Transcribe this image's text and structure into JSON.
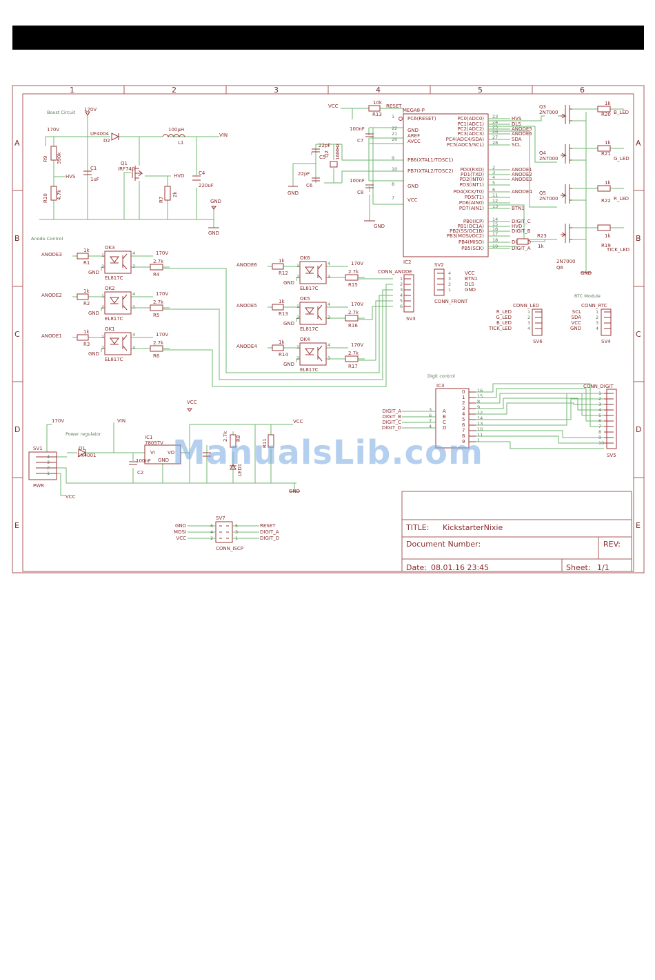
{
  "frame": {
    "columns": [
      "1",
      "2",
      "3",
      "4",
      "5",
      "6"
    ],
    "rows": [
      "A",
      "B",
      "C",
      "D",
      "E"
    ]
  },
  "sections": {
    "boost": "Boost Circuit",
    "anode": "Anode Control",
    "power": "Power regulator",
    "digit": "Digit control",
    "rtc": "RTC Module"
  },
  "nets": {
    "v170": "170V",
    "vin": "VIN",
    "hvs": "HVS",
    "hvd": "HVD",
    "gnd": "GND",
    "vcc": "VCC",
    "reset": "RESET",
    "anode1": "ANODE1",
    "anode2": "ANODE2",
    "anode3": "ANODE3",
    "anode4": "ANODE4",
    "anode5": "ANODE5",
    "anode6": "ANODE6",
    "b_led": "B_LED",
    "g_led": "G_LED",
    "r_led": "R_LED",
    "tick_led": "TICK_LED",
    "digit_a": "DIGIT_A",
    "digit_b": "DIGIT_B",
    "digit_c": "DIGIT_C",
    "digit_d": "DIGIT_D",
    "dls": "DLS",
    "sda": "SDA",
    "scl": "SCL",
    "btn1": "BTN1",
    "mosi": "MOSI"
  },
  "parts": {
    "d2": "D2",
    "d2v": "UF4004",
    "l1": "L1",
    "l1v": "100µH",
    "q1": "Q1",
    "q1v": "IRF740",
    "c1": "C1",
    "c1v": "1uF",
    "c4": "C4",
    "c4v": "220uF",
    "r9": "R9",
    "r9v": "390k",
    "r10": "R10",
    "r10v": "4.7k",
    "r7": "R7",
    "r7v": "2k",
    "mcu_v": "MEGA8-P",
    "mcu_n": "IC2",
    "r13": "R13",
    "r13v": "10k",
    "c7": "C7",
    "c7v": "100nF",
    "c8": "C8",
    "c8v": "100nF",
    "c5": "C5",
    "c5v": "22pF",
    "c6": "C6",
    "c6v": "22pF",
    "q2": "Q2",
    "q2v": "16MHz",
    "q3": "Q3",
    "q4": "Q4",
    "q5": "Q5",
    "q6": "Q6",
    "qv": "2N7000",
    "r19": "R19",
    "r20": "R20",
    "r21": "R21",
    "r22": "R22",
    "r23": "R23",
    "k1": "1k",
    "ok1": "OK1",
    "ok2": "OK2",
    "ok3": "OK3",
    "ok4": "OK4",
    "ok5": "OK5",
    "ok6": "OK6",
    "okv": "EL817C",
    "r1": "R1",
    "r2": "R2",
    "r3": "R3",
    "r4": "R4",
    "r5": "R5",
    "r6": "R6",
    "r12": "R12",
    "r14": "R14",
    "r15": "R15",
    "r16": "R16",
    "r17": "R17",
    "r27v": "2.7k",
    "sv1": "SV1",
    "sv2": "SV2",
    "sv3": "SV3",
    "sv4": "SV4",
    "sv5": "SV5",
    "sv6": "SV6",
    "sv7": "SV7",
    "pwr": "PWR",
    "conn_anode": "CONN_ANODE",
    "conn_front": "CONN_FRONT",
    "conn_led": "CONN_LED",
    "conn_rtc": "CONN_RTC",
    "conn_digit": "CONN_DIGIT",
    "conn_isp": "CONN_ISCP",
    "ic3": "IC3",
    "d1": "D1",
    "d1v": "1N4001",
    "ic1": "IC1",
    "ic1v": "7805TV",
    "vi": "VI",
    "vo": "VO",
    "c2": "C2",
    "c2v": "100nF",
    "r8": "R8",
    "r11": "R11",
    "led1": "LED1"
  },
  "mcu_left": [
    {
      "pin": "1",
      "name": "PC6(RESET)"
    },
    {
      "pin": "22",
      "name": "GND"
    },
    {
      "pin": "21",
      "name": "AREF"
    },
    {
      "pin": "20",
      "name": "AVCC"
    },
    {
      "pin": "9",
      "name": "PB6(XTAL1/TOSC1)"
    },
    {
      "pin": "10",
      "name": "PB7(XTAL2/TOSC2)"
    },
    {
      "pin": "8",
      "name": "GND"
    },
    {
      "pin": "7",
      "name": "VCC"
    }
  ],
  "mcu_right": [
    {
      "pin": "23",
      "name": "PC0(ADC0)",
      "net": "HVS"
    },
    {
      "pin": "24",
      "name": "PC1(ADC1)",
      "net": "DLS"
    },
    {
      "pin": "25",
      "name": "PC2(ADC2)",
      "net": "ANODE5"
    },
    {
      "pin": "26",
      "name": "PC3(ADC3)",
      "net": "ANODE6"
    },
    {
      "pin": "27",
      "name": "PC4(ADC4/SDA)",
      "net": "SDA"
    },
    {
      "pin": "28",
      "name": "PC5(ADC5/SCL)",
      "net": "SCL"
    },
    {
      "pin": "2",
      "name": "PD0(RXD)",
      "net": "ANODE1"
    },
    {
      "pin": "3",
      "name": "PD1(TXD)",
      "net": "ANODE2"
    },
    {
      "pin": "4",
      "name": "PD2(INT0)",
      "net": "ANODE3"
    },
    {
      "pin": "5",
      "name": "PD3(INT1)",
      "net": ""
    },
    {
      "pin": "6",
      "name": "PD4(XCK/T0)",
      "net": "ANODE4"
    },
    {
      "pin": "11",
      "name": "PD5(T1)",
      "net": ""
    },
    {
      "pin": "12",
      "name": "PD6(AIN0)",
      "net": ""
    },
    {
      "pin": "13",
      "name": "PD7(AIN1)",
      "net": "BTN1"
    },
    {
      "pin": "14",
      "name": "PB0(ICP)",
      "net": "DIGIT_C"
    },
    {
      "pin": "15",
      "name": "PB1(OC1A)",
      "net": "HVD"
    },
    {
      "pin": "16",
      "name": "PB2(SS/OC1B)",
      "net": "DIGIT_B"
    },
    {
      "pin": "17",
      "name": "PB3(MOSI/OC2)",
      "net": ""
    },
    {
      "pin": "18",
      "name": "PB4(MISO)",
      "net": "DIGIT_D"
    },
    {
      "pin": "19",
      "name": "PB5(SCK)",
      "net": "DIGIT_A"
    }
  ],
  "ic3_in": [
    {
      "pin": "3",
      "name": "A",
      "net": "DIGIT_A"
    },
    {
      "pin": "6",
      "name": "B",
      "net": "DIGIT_B"
    },
    {
      "pin": "7",
      "name": "C",
      "net": "DIGIT_C"
    },
    {
      "pin": "4",
      "name": "D",
      "net": "DIGIT_D"
    }
  ],
  "ic3_out": [
    {
      "pin": "16",
      "name": "0"
    },
    {
      "pin": "15",
      "name": "1"
    },
    {
      "pin": "8",
      "name": "2"
    },
    {
      "pin": "9",
      "name": "3"
    },
    {
      "pin": "12",
      "name": "4"
    },
    {
      "pin": "14",
      "name": "5"
    },
    {
      "pin": "13",
      "name": "6"
    },
    {
      "pin": "10",
      "name": "7"
    },
    {
      "pin": "11",
      "name": "8"
    },
    {
      "pin": "1",
      "name": "9"
    }
  ],
  "sv3_pins": [
    "1",
    "2",
    "3",
    "4",
    "5",
    "6"
  ],
  "sv5_pins": [
    "1",
    "2",
    "3",
    "4",
    "5",
    "6",
    "7",
    "8",
    "9",
    "10"
  ],
  "sv2": [
    {
      "pin": "4",
      "net": "VCC"
    },
    {
      "pin": "3",
      "net": "BTN1"
    },
    {
      "pin": "2",
      "net": "DLS"
    },
    {
      "pin": "1",
      "net": "GND"
    }
  ],
  "sv6": [
    {
      "pin": "1",
      "net": "R_LED"
    },
    {
      "pin": "2",
      "net": "G_LED"
    },
    {
      "pin": "3",
      "net": "B_LED"
    },
    {
      "pin": "4",
      "net": "TICK_LED"
    }
  ],
  "sv4": [
    {
      "pin": "1",
      "net": "SCL"
    },
    {
      "pin": "2",
      "net": "SDA"
    },
    {
      "pin": "3",
      "net": "VCC"
    },
    {
      "pin": "4",
      "net": "GND"
    }
  ],
  "sv1_pins": [
    "4",
    "3",
    "2",
    "1"
  ],
  "sv7": [
    {
      "l": "GND",
      "lp": "6",
      "rp": "5",
      "r": "RESET"
    },
    {
      "l": "MOSI",
      "lp": "4",
      "rp": "3",
      "r": "DIGIT_A"
    },
    {
      "l": "VCC",
      "lp": "2",
      "rp": "1",
      "r": "DIGIT_D"
    }
  ],
  "opto_pins": {
    "p1": "1",
    "p2": "2",
    "p3": "3",
    "p4": "4"
  },
  "title_block": {
    "title_label": "TITLE:",
    "title": "KickstarterNixie",
    "doc_label": "Document Number:",
    "rev_label": "REV:",
    "date_label": "Date:",
    "date": "08.01.16 23:45",
    "sheet_label": "Sheet:",
    "sheet": "1/1"
  },
  "watermark": "ManualsLib.com"
}
